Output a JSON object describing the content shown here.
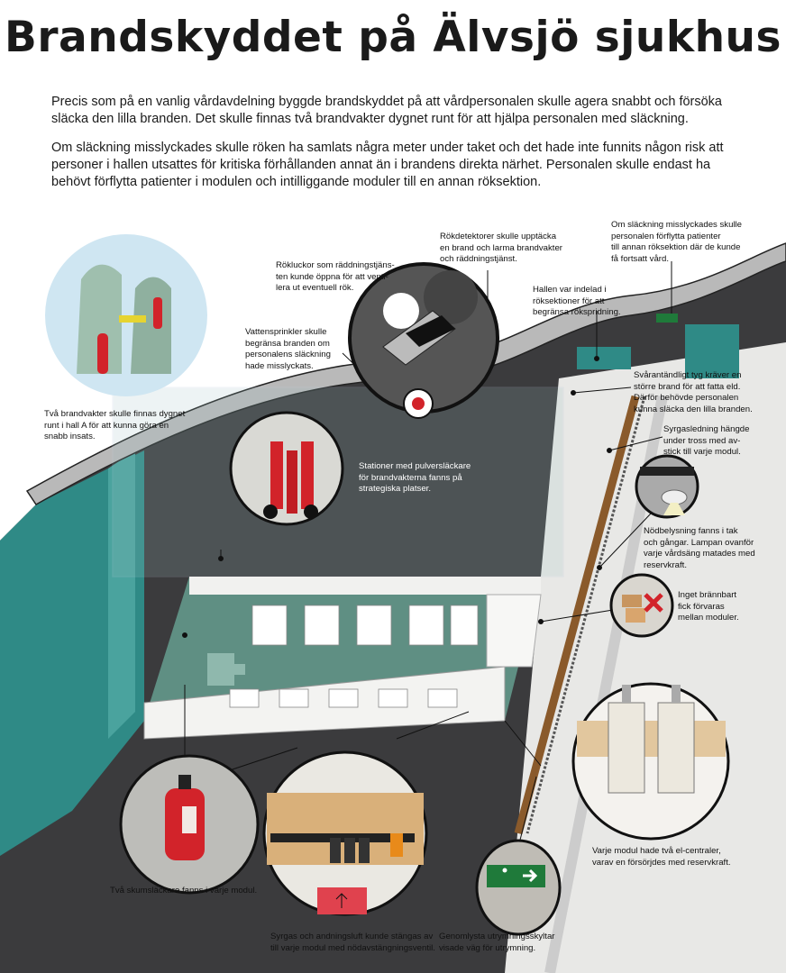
{
  "title": "Brandskyddet på Älvsjö sjukhus",
  "intro": [
    "Precis som på en vanlig vårdavdelning byggde brandskyddet på att vårdpersonalen skulle agera snabbt och försöka släcka den lilla branden. Det skulle finnas två brandvakter dygnet runt för att hjälpa personalen med släckning.",
    "Om släckning misslyckades skulle röken ha samlats några meter under taket och det hade inte funnits någon risk att personer i hallen utsattes för kritiska förhållanden annat än i brandens direkta närhet. Personalen skulle endast ha behövt förflytta patienter i modulen och intilliggande moduler till en annan röksektion."
  ],
  "labels": {
    "brandvakter": "Två brandvakter skulle finnas dygnet\nrunt i hall A för att kunna göra en\nsnabb insats.",
    "rokluckor": "Rökluckor som räddningstjäns-\nten kunde öppna för att venti-\nlera ut eventuell rök.",
    "rokdetektorer": "Rökdetektorer skulle upptäcka\nen brand och larma brandvakter\noch räddningstjänst.",
    "forflytta": "Om släckning misslyckades skulle\npersonalen förflytta patienter\ntill annan röksektion där de kunde\nfå fortsatt vård.",
    "roksektioner": "Hallen var indelad i\nröksektioner för att\nbegränsa rökspridning.",
    "sprinkler": "Vattensprinkler skulle\nbegränsa branden om\npersonalens släckning\nhade misslyckats.",
    "tyg": "Svårantändligt tyg kräver en\nstörre brand för att fatta eld.\nDärför behövde personalen\nkunna släcka den lilla branden.",
    "pulver": "Stationer med pulversläckare\nför brandvakterna fanns på\nstrategiska platser.",
    "syrgasledning": "Syrgasledning hängde\nunder tross med av-\nstick till varje modul.",
    "nodbelysning": "Nödbelysning fanns i tak\noch gångar. Lampan ovanför\nvarje vårdsäng matades med\nreservkraft.",
    "brannbart": "Inget brännbart\nfick förvaras\nmellan moduler.",
    "elcentraler": "Varje modul hade två el-centraler,\nvarav en försörjdes med reservkraft.",
    "skumslackare": "Två skumsläckare fanns i varje modul.",
    "ventil": "Syrgas och andningsluft kunde stängas av\ntill varje modul med nödavstängningsventil.",
    "utrymning": "Genomlysta utrymningsskyltar\nvisade väg för utrymning."
  },
  "colors": {
    "teal": "#2f8a86",
    "dark_hall": "#3b3b3d",
    "ceiling": "#b9b9b9",
    "red": "#d2232a",
    "exit_green": "#1f7a3a",
    "wood": "#d9b07a"
  }
}
